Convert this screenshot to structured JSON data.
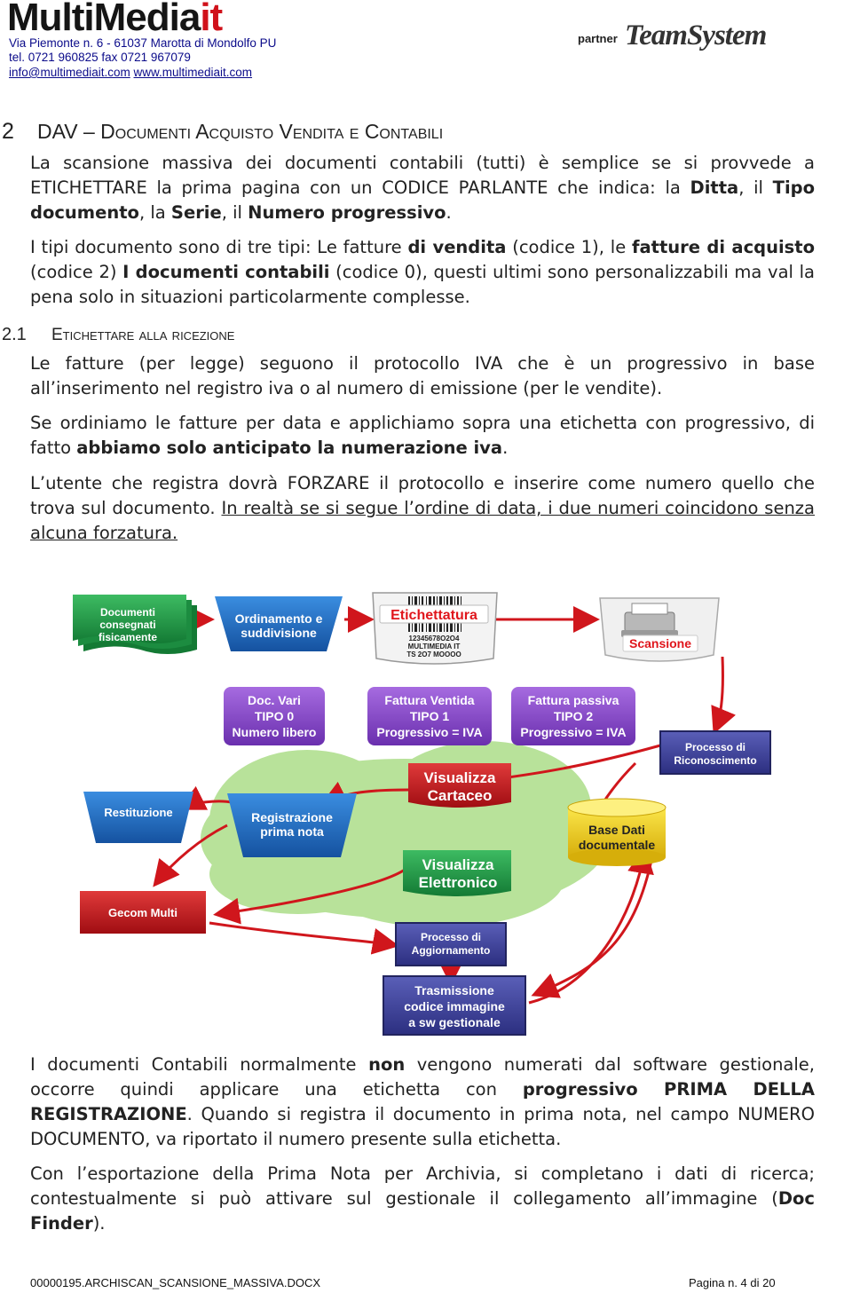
{
  "header": {
    "brand_part1": "MultiMedia",
    "brand_part2": "it",
    "address": "Via Piemonte n. 6 - 61037 Marotta di Mondolfo PU",
    "phone": "tel. 0721 960825 fax 0721 967079",
    "email": "info@multimediait.com",
    "website": "www.multimediait.com",
    "partner_label": "partner",
    "partner_logo_text": "TeamSystem"
  },
  "section": {
    "number": "2",
    "title": "DAV – Documenti Acquisto Vendita e Contabili"
  },
  "paragraphs": {
    "p1": {
      "a": "La scansione massiva dei documenti contabili (tutti) è semplice se si provvede a ETICHETTARE la prima pagina con un CODICE PARLANTE che indica: la ",
      "b1": "Ditta",
      "c": ", il ",
      "b2": "Tipo documento",
      "d": ", la ",
      "b3": "Serie",
      "e": ", il ",
      "b4": "Numero progressivo",
      "f": "."
    },
    "p2": {
      "a": "I tipi documento sono di tre tipi: Le fatture ",
      "b1": "di vendita",
      "c": " (codice 1), le ",
      "b2": "fatture di acquisto",
      "d": " (codice 2) ",
      "b3": "I documenti contabili",
      "e": " (codice 0), questi ultimi sono personalizzabili ma val la pena solo in situazioni particolarmente complesse."
    },
    "p3": "Le fatture (per legge) seguono il protocollo IVA che è un progressivo in base all’inserimento nel registro iva o al numero di emissione (per le vendite).",
    "p4": {
      "a": "Se ordiniamo le fatture per data e applichiamo sopra una etichetta con progressivo, di fatto ",
      "b1": "abbiamo solo anticipato la numerazione iva",
      "c": "."
    },
    "p5": {
      "a": "L’utente che registra dovrà FORZARE il protocollo e inserire come numero quello che trova sul documento. ",
      "u1": "In realtà se si segue l’ordine di data, i due numeri coincidono senza alcuna forzatura."
    },
    "p6": {
      "a": "I documenti Contabili normalmente ",
      "b1": "non",
      "c": " vengono numerati dal software gestionale, occorre quindi applicare una etichetta con ",
      "b2": "progressivo PRIMA DELLA REGISTRAZIONE",
      "d": ". Quando si registra il documento in prima nota, nel campo NUMERO DOCUMENTO, va riportato il numero presente sulla etichetta."
    },
    "p7": {
      "a": "Con l’esportazione della Prima Nota per Archivia, si completano i dati di ricerca; contestualmente si può attivare sul gestionale il collegamento all’immagine (",
      "b1": "Doc Finder",
      "c": ")."
    }
  },
  "subsection": {
    "number": "2.1",
    "title": "Etichettare alla ricezione"
  },
  "diagram": {
    "documenti": [
      "Documenti",
      "consegnati",
      "fisicamente"
    ],
    "ordinamento": [
      "Ordinamento e",
      "suddivisione"
    ],
    "etichettatura": "Etichettatura",
    "barcode_lines": [
      "12345678O2O4",
      "MULTIMEDIA IT",
      "TS 2O7 MOOOO"
    ],
    "scansione": "Scansione",
    "doc_vari": [
      "Doc. Vari",
      "TIPO 0",
      "Numero libero"
    ],
    "fattura_vendita": [
      "Fattura Ventida",
      "TIPO 1",
      "Progressivo = IVA"
    ],
    "fattura_passiva": [
      "Fattura passiva",
      "TIPO 2",
      "Progressivo = IVA"
    ],
    "processo_riconoscimento": [
      "Processo di",
      "Riconoscimento"
    ],
    "restituzione": "Restituzione",
    "registrazione": [
      "Registrazione",
      "prima nota"
    ],
    "visualizza_cartaceo": [
      "Visualizza",
      "Cartaceo"
    ],
    "visualizza_elettronico": [
      "Visualizza",
      "Elettronico"
    ],
    "base_dati": [
      "Base Dati",
      "documentale"
    ],
    "gecom": "Gecom Multi",
    "processo_aggiornamento": [
      "Processo di",
      "Aggiornamento"
    ],
    "trasmissione": [
      "Trasmissione",
      "codice immagine",
      "a sw gestionale"
    ],
    "colors": {
      "green": "#1f9a45",
      "blue": "#1f6cbf",
      "purple": "#8a45c8",
      "navy": "#3b3f96",
      "red": "#c7161c",
      "cloud": "#9bd67a",
      "yellow": "#f2d21c",
      "arrow": "#d0161c"
    }
  },
  "footer": {
    "filename": "00000195.ARCHISCAN_SCANSIONE_MASSIVA.DOCX",
    "page": "Pagina n. 4 di 20"
  }
}
